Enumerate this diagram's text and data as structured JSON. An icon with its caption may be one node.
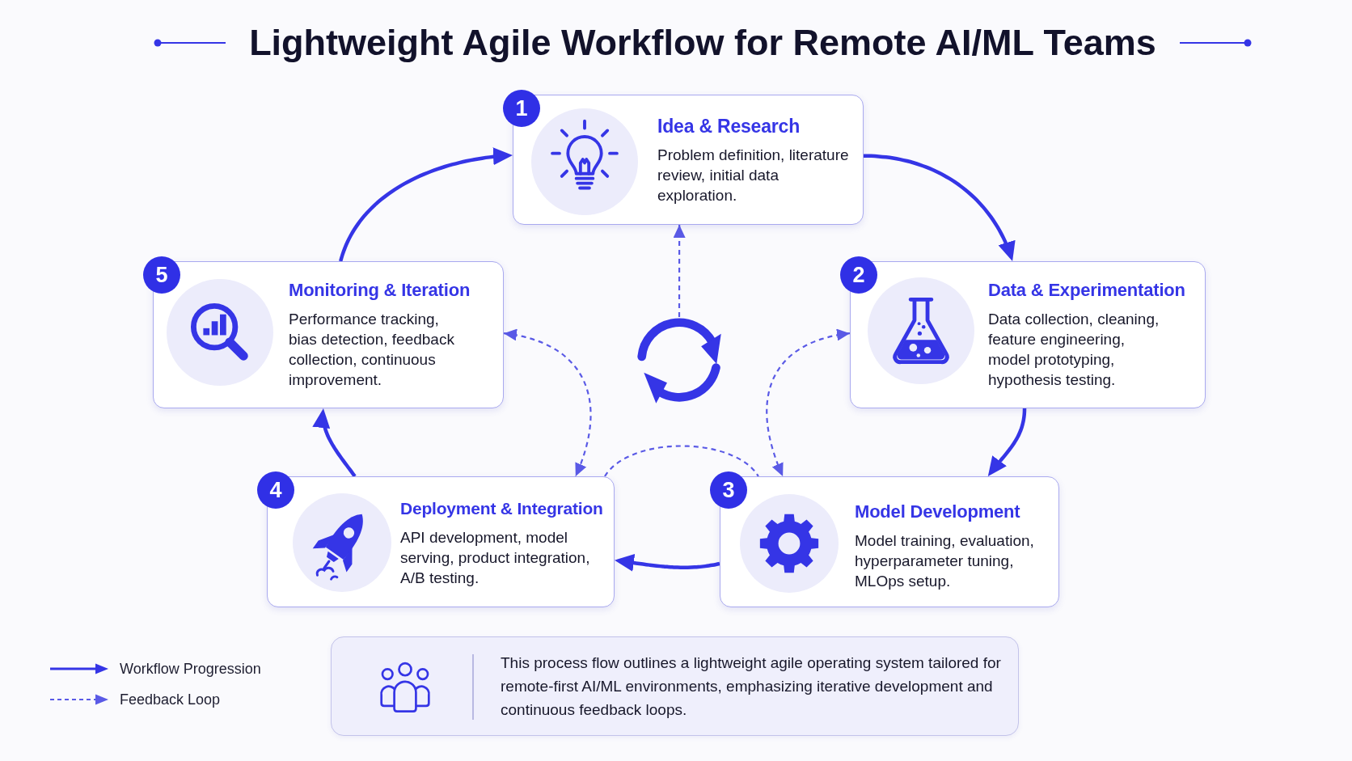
{
  "diagram": {
    "title": "Lightweight Agile Workflow for Remote AI/ML Teams",
    "nodes": [
      {
        "text": [
          "1",
          "Idea & Research",
          "Problem definition, literature review, initial data exploration."
        ]
      },
      {
        "text": [
          "2",
          "Data & Experimentation",
          "Data collection, cleaning, feature engineering, model prototyping, hypothesis testing."
        ]
      },
      {
        "text": [
          "3",
          "Model Development",
          "Model training, evaluation, hyperparameter tuning, MLOps setup."
        ]
      },
      {
        "text": [
          "4",
          "Deployment & Integration",
          "API development, model serving, product integration, A/B testing."
        ]
      },
      {
        "text": [
          "5",
          "Monitoring & Iteration",
          "Performance tracking, bias detection, feedback collection, continuous improvement."
        ]
      },
      {
        "text": [],
        "shape": "picture"
      },
      {
        "text": [
          "This process flow outlines a lightweight agile operating system tailored for remote-first AI/ML environments, emphasizing iterative development and continuous feedback loops."
        ]
      }
    ],
    "edges": [
      {
        "from": 0,
        "to": 1,
        "arrow": "to"
      },
      {
        "from": 1,
        "to": 2,
        "arrow": "to"
      },
      {
        "from": 2,
        "to": 3,
        "arrow": "to"
      },
      {
        "from": 3,
        "to": 4,
        "arrow": "to"
      },
      {
        "from": 4,
        "to": 0,
        "arrow": "to"
      },
      {
        "from": 5,
        "to": 0,
        "arrow": "to",
        "style": "dashed",
        "color": "#5a5ae6"
      },
      {
        "from": 4,
        "to": 3,
        "arrow": "both",
        "style": "dashed",
        "color": "#5a5ae6"
      },
      {
        "from": 1,
        "to": 2,
        "arrow": "both",
        "style": "dashed",
        "color": "#5a5ae6"
      },
      {
        "from": 3,
        "to": 2,
        "arrow": "none",
        "style": "dashed",
        "color": "#5a5ae6"
      }
    ],
    "legend": [
      {
        "text": "Workflow Progression"
      },
      {
        "text": "Feedback Loop"
      }
    ]
  }
}
